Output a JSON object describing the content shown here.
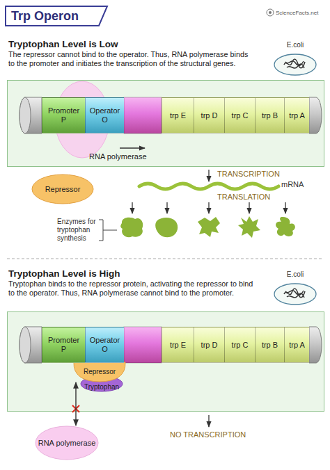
{
  "diagram": {
    "title": "Trp Operon",
    "nodes": [
      {
        "text": [
          "Tryptophan Level is Low",
          "The repressor cannot bind to the operator. Thus, RNA polymerase binds to the promoter and initiates the transcription of the structural genes."
        ]
      },
      {
        "text": [
          "E.coli"
        ]
      },
      {
        "text": [
          "Promoter P"
        ],
        "in": 0
      },
      {
        "text": [
          "Operator O"
        ],
        "in": 0
      },
      {
        "text": [
          "trp E"
        ],
        "in": 0
      },
      {
        "text": [
          "trp D"
        ],
        "in": 0
      },
      {
        "text": [
          "trp C"
        ],
        "in": 0
      },
      {
        "text": [
          "trp B"
        ],
        "in": 0
      },
      {
        "text": [
          "trp A"
        ],
        "in": 0
      },
      {
        "text": [
          "RNA polymerase"
        ],
        "in": 0
      },
      {
        "text": [
          "Repressor"
        ]
      },
      {
        "text": [
          "Tryptophan Level is High",
          "Tryptophan binds to the repressor protein, activating the repressor to bind to the operator. Thus, RNA polymerase cannot bind to the promoter."
        ]
      },
      {
        "text": [
          "E.coli"
        ]
      },
      {
        "text": [
          "Promoter P"
        ],
        "in": 11
      },
      {
        "text": [
          "Operator O"
        ],
        "in": 11
      },
      {
        "text": [
          "trp E"
        ],
        "in": 11
      },
      {
        "text": [
          "trp D"
        ],
        "in": 11
      },
      {
        "text": [
          "trp C"
        ],
        "in": 11
      },
      {
        "text": [
          "trp B"
        ],
        "in": 11
      },
      {
        "text": [
          "trp A"
        ],
        "in": 11
      },
      {
        "text": [
          "Repressor"
        ],
        "in": 11
      },
      {
        "text": [
          "Tryptophan"
        ],
        "in": 11
      },
      {
        "text": [
          "RNA polymerase"
        ]
      }
    ],
    "edges": [
      {
        "from": 22,
        "to": 20,
        "arrow": "both"
      }
    ],
    "labels": [
      "ScienceFacts.net",
      "TRANSCRIPTION",
      "mRNA",
      "TRANSLATION",
      "Enzymes for tryptophan synthesis",
      "NO TRANSCRIPTION"
    ]
  }
}
